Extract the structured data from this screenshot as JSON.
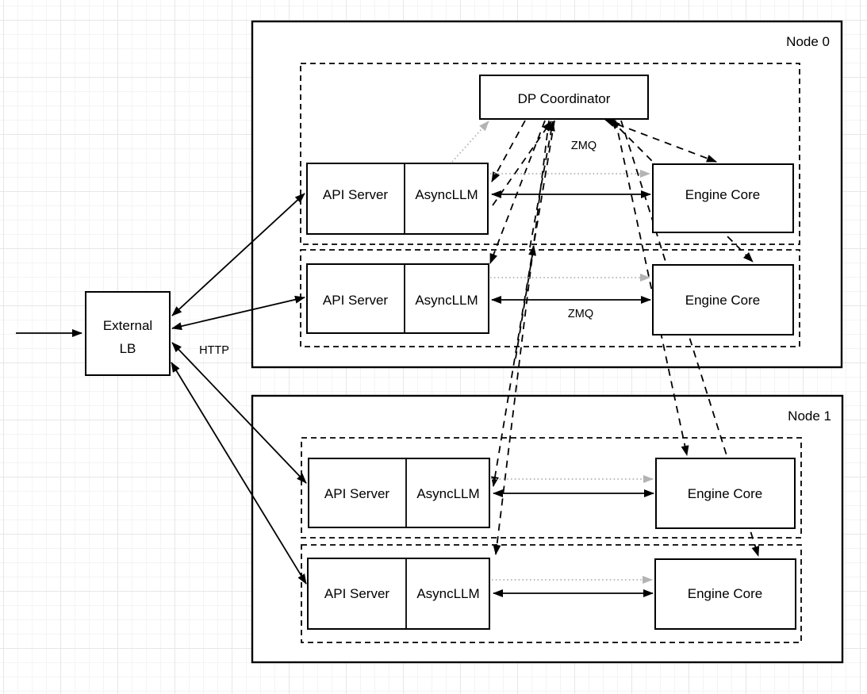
{
  "diagram": {
    "nodes": [
      {
        "label": "Node 0"
      },
      {
        "label": "Node 1"
      }
    ],
    "external_lb": {
      "label_line1": "External",
      "label_line2": "LB"
    },
    "dp_coordinator": {
      "label": "DP Coordinator"
    },
    "components": {
      "api_server": "API Server",
      "asyncllm": "AsyncLLM",
      "engine_core": "Engine Core"
    },
    "edge_labels": {
      "http": "HTTP",
      "zmq_coordinator": "ZMQ",
      "zmq_row": "ZMQ"
    },
    "colors": {
      "line": "#000000",
      "dotted_link": "#b3b3b3",
      "box_fill": "#ffffff",
      "grid_minor": "#f4f4f4",
      "grid_major": "#e7e7e7"
    }
  }
}
